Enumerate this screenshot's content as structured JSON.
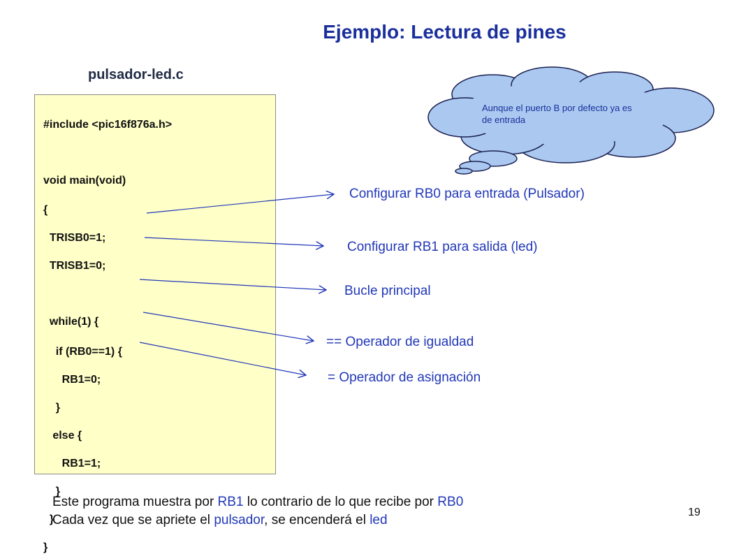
{
  "slide": {
    "title": "Ejemplo: Lectura de pines",
    "file_name": "pulsador-led.c",
    "page_number": "19"
  },
  "code": {
    "lines": [
      "#include <pic16f876a.h>",
      "void main(void)",
      "{",
      "  TRISB0=1;",
      "  TRISB1=0;",
      "  while(1) {",
      "    if (RB0==1) {",
      "      RB1=0;",
      "    }",
      "   else {",
      "      RB1=1;",
      "    }",
      "  }",
      "}"
    ]
  },
  "annotations": [
    "Configurar RB0 para entrada (Pulsador)",
    "Configurar RB1 para salida (led)",
    "Bucle principal",
    "== Operador de igualdad",
    "= Operador de asignación"
  ],
  "cloud": {
    "text": "Aunque el puerto B por defecto ya es de entrada"
  },
  "footer": {
    "line1": {
      "a": "Este programa muestra por ",
      "b": "RB1",
      "c": " lo contrario de lo que recibe por ",
      "d": "RB0"
    },
    "line2": {
      "a": "Cada vez que se apriete el ",
      "b": "pulsador",
      "c": ", se encenderá el ",
      "d": "led"
    }
  },
  "colors": {
    "title": "#1a2f9c",
    "annotation": "#2238b8",
    "code_background": "#ffffc8",
    "cloud_fill": "#aac8f0"
  }
}
